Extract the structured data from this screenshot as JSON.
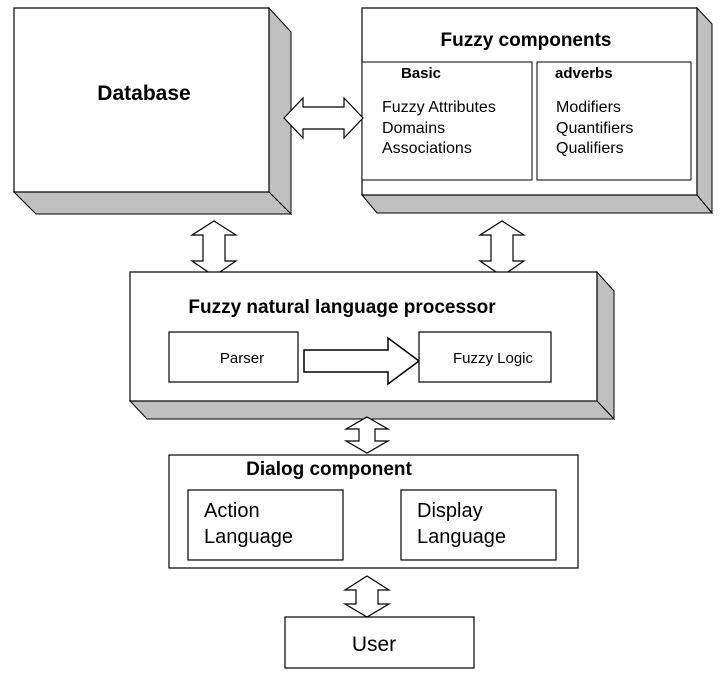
{
  "database": {
    "title": "Database"
  },
  "fuzzy_components": {
    "title": "Fuzzy components",
    "basic": {
      "heading": "Basic",
      "items": [
        "Fuzzy Attributes",
        "Domains",
        "Associations"
      ]
    },
    "adverbs": {
      "heading": "adverbs",
      "items": [
        "Modifiers",
        "Quantifiers",
        "Qualifiers"
      ]
    }
  },
  "processor": {
    "title": "Fuzzy natural language processor",
    "parser": "Parser",
    "fuzzy_logic": "Fuzzy Logic"
  },
  "dialog": {
    "title": "Dialog component",
    "action": [
      "Action",
      "Language"
    ],
    "display": [
      "Display",
      "Language"
    ]
  },
  "user": {
    "label": "User"
  },
  "colors": {
    "shadow": "#c0c0c0",
    "stroke": "#000000",
    "fill": "#ffffff"
  }
}
